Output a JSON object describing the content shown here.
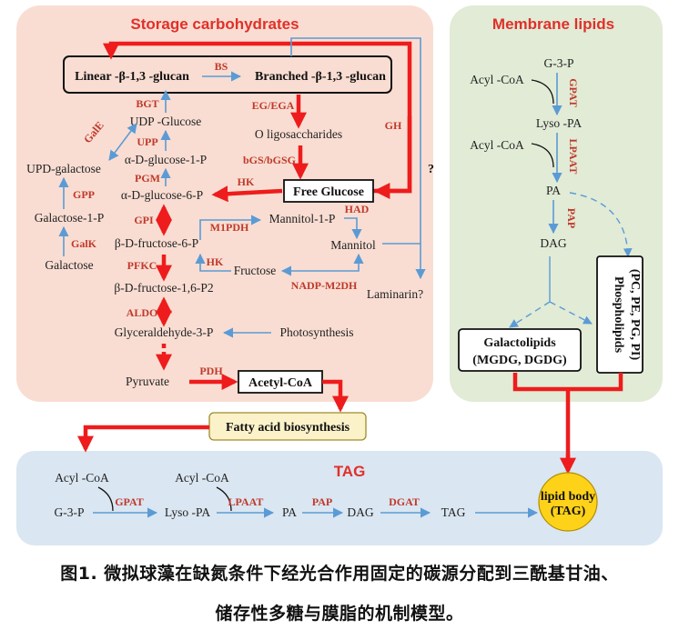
{
  "panels": {
    "storage_title": "Storage carbohydrates",
    "membrane_title": "Membrane lipids",
    "tag_title": "TAG"
  },
  "storage": {
    "linear_glucan": "Linear -β-1,3 -glucan",
    "branched_glucan": "Branched -β-1,3 -glucan",
    "oligosaccharides": "O ligosaccharides",
    "free_glucose": "Free Glucose",
    "udp_glucose": "UDP -Glucose",
    "udp_galactose": "UPD-galactose",
    "a_d_glucose_1p": "α-D-glucose-1-P",
    "a_d_glucose_6p": "α-D-glucose-6-P",
    "galactose_1p": "Galactose-1-P",
    "galactose": "Galactose",
    "b_d_fructose_6p": "β-D-fructose-6-P",
    "mannitol_1p": "Mannitol-1-P",
    "mannitol": "Mannitol",
    "fructose": "Fructose",
    "b_d_fructose_16p2": "β-D-fructose-1,6-P2",
    "glyceraldehyde_3p": "Glyceraldehyde-3-P",
    "photosynthesis": "Photosynthesis",
    "pyruvate": "Pyruvate",
    "acetyl_coa": "Acetyl-CoA",
    "laminarin": "Laminarin?",
    "question": "?"
  },
  "enzymes": {
    "bs": "BS",
    "eg_ega": "EG/EGA",
    "gh": "GH",
    "bgt": "BGT",
    "upp": "UPP",
    "pgm": "PGM",
    "galE": "GalE",
    "gpp": "GPP",
    "galk": "GalK",
    "bgs_bgsg": "bGS/bGSG",
    "hk1": "HK",
    "gpi": "GPI",
    "m1pdh": "M1PDH",
    "had": "HAD",
    "hk2": "HK",
    "pfkc": "PFKC",
    "nadp_m2dh": "NADP-M2DH",
    "aldo": "ALDO",
    "pdh": "PDH",
    "gpat1": "GPAT",
    "lpaat1": "LPAAT",
    "pap1": "PAP",
    "gpat2": "GPAT",
    "lpaat2": "LPAAT",
    "pap2": "PAP",
    "dgat": "DGAT"
  },
  "lipids": {
    "g3p": "G-3-P",
    "acyl_coa_1": "Acyl -CoA",
    "lyso_pa": "Lyso -PA",
    "acyl_coa_2": "Acyl -CoA",
    "pa": "PA",
    "dag": "DAG",
    "phospholipids_1": "Phospholipids",
    "phospholipids_2": "(PC, PE, PG, PI)",
    "galactolipids_1": "Galactolipids",
    "galactolipids_2": "(MGDG, DGDG)"
  },
  "fatty_acid": "Fatty acid biosynthesis",
  "tag_row": {
    "acyl_coa_1": "Acyl -CoA",
    "acyl_coa_2": "Acyl -CoA",
    "g3p": "G-3-P",
    "lyso_pa": "Lyso -PA",
    "pa": "PA",
    "dag": "DAG",
    "tag": "TAG",
    "lipid_body_1": "lipid body",
    "lipid_body_2": "(TAG)"
  },
  "caption": {
    "line1": "图1. 微拟球藻在缺氮条件下经光合作用固定的碳源分配到三酰基甘油、",
    "line2": "储存性多糖与膜脂的机制模型。"
  },
  "colors": {
    "storage_bg": "#f9ddd2",
    "membrane_bg": "#e1ebd6",
    "tag_bg": "#dae6f1",
    "red_arrow": "#ee1c1c",
    "blue_arrow": "#5b9bd5",
    "enzyme_text": "#c0392b",
    "lipid_body": "#ffd21a"
  }
}
